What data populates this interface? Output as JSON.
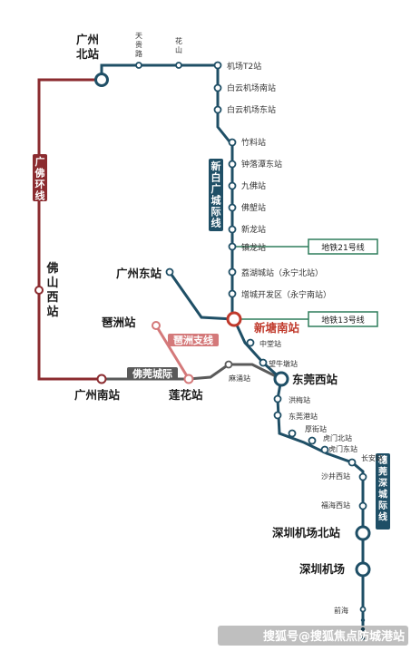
{
  "colors": {
    "xinbai_line": "#1f4f66",
    "guangfo_loop": "#8b2b2f",
    "foguan": "#5a5a5a",
    "pizhou_branch": "#d4797a",
    "guanshen": "#1f4f66",
    "metro_line": "#2e7d5b"
  },
  "lines": {
    "xinbai": "新白广城际线",
    "guangfo_loop": "广佛环线",
    "foguan": "佛莞城际",
    "pizhou": "琶洲支线",
    "guanshen": "穗莞深城际线"
  },
  "connections": {
    "metro21": "地铁21号线",
    "metro13": "地铁13号线"
  },
  "stations": {
    "guangzhou_north": "广州北站",
    "tiangui_road": "天贵路",
    "huashan": "花山",
    "airport_t2": "机场T2站",
    "baiyun_airport_south": "白云机场南站",
    "baiyun_airport_east": "白云机场东站",
    "zhuliao": "竹料站",
    "zhongluotan_east": "钟落潭东站",
    "jiufo": "九佛站",
    "fosu": "佛塱站",
    "xinlong": "新龙站",
    "zhenlong": "镇龙站",
    "lihu_city": "荔湖城站（永宁北站）",
    "zengcheng_dev": "增城开发区（永宁南站）",
    "xintang_south": "新塘南站",
    "zhongtang": "中堂站",
    "wangniudun": "望牛墩站",
    "dongguan_west": "东莞西站",
    "hongmei": "洪梅站",
    "dongguan_port": "东莞港站",
    "houjie": "厚街站",
    "humen_north": "虎门北站",
    "humen_east": "虎门东站",
    "changan": "长安站",
    "shajing_west": "沙井西站",
    "fuhai_west": "福海西站",
    "shenzhen_airport_north": "深圳机场北站",
    "shenzhen_airport": "深圳机场",
    "qianhai": "前海",
    "guangzhou_east": "广州东站",
    "pazhou": "琶洲站",
    "foshan_west": "佛山西站",
    "guangzhou_south": "广州南站",
    "lianhua": "莲花站",
    "machong": "麻涌站"
  },
  "watermark": "搜狐号@搜狐焦点防城港站"
}
